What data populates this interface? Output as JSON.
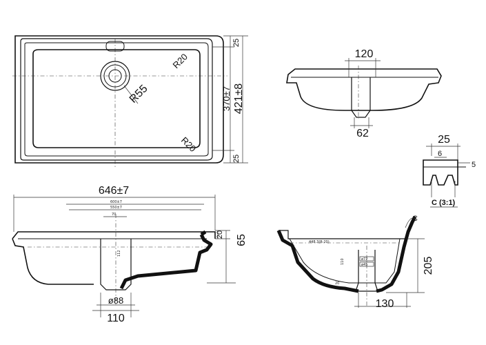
{
  "top_view": {
    "width_dim": "421±8",
    "inner_dim": "370±7",
    "edge_top": "25",
    "edge_bottom": "25",
    "radius_corner_top": "R20",
    "radius_corner_bottom": "R20",
    "radius_drain": "R55"
  },
  "side_view_small": {
    "top_dim": "120",
    "bottom_dim": "62"
  },
  "detail_c": {
    "dim_top": "25",
    "dim_inner": "6",
    "dim_side": "5",
    "label": "C (3:1)"
  },
  "front_section": {
    "length_dim": "646±7",
    "sub_dim_1": "600±7",
    "sub_dim_2": "550±7",
    "drain_top": "70",
    "rim_dim": "20",
    "height_dim": "65",
    "drain_dia": "ø88",
    "drain_width": "110",
    "drain_depth": "112"
  },
  "side_section": {
    "height_dim": "205",
    "base_dim": "130",
    "overflow_label": "C",
    "inner_dim_1": "ø72",
    "inner_dim_2": "ø45",
    "rim_note": "448.3(R-20)",
    "depth_note": "110",
    "small_note": "20"
  }
}
